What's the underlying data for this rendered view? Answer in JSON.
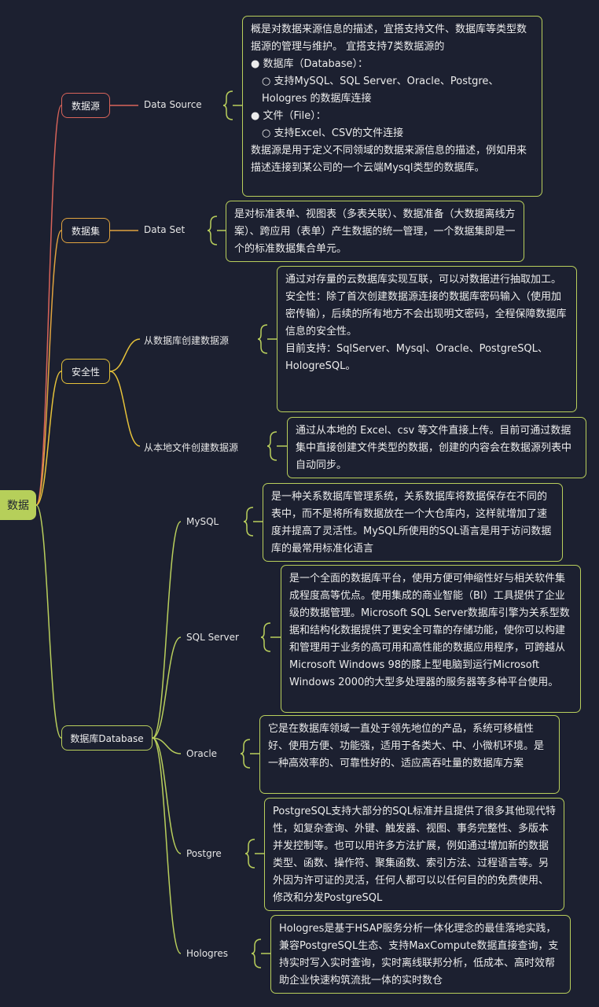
{
  "root": "数据",
  "branches": [
    {
      "label": "数据源",
      "color": "#d9645a",
      "children": [
        {
          "label": "Data Source",
          "note": [
            "概是对数据来源信息的描述，宜搭支持文件、数据库等类型数据源的管理与维护。 宜搭支持7类数据源的",
            "● 数据库（Database）：",
            "○ 支持MySQL、SQL Server、Oracle、Postgre、Hologres 的数据库连接",
            "● 文件（File）：",
            "○ 支持Excel、CSV的文件连接",
            "数据源是用于定义不同领域的数据来源信息的描述，例如用来描述连接到某公司的一个云端Mysql类型的数据库。"
          ]
        }
      ]
    },
    {
      "label": "数据集",
      "color": "#e0a33f",
      "children": [
        {
          "label": "Data Set",
          "note": [
            "是对标准表单、视图表（多表关联）、数据准备（大数据离线方案）、跨应用（表单）产生数据的统一管理，一个数据集即是一个的标准数据集合单元。"
          ]
        }
      ]
    },
    {
      "label": "安全性",
      "color": "#e6c23a",
      "children": [
        {
          "label": "从数据库创建数据源",
          "note": [
            "通过对存量的云数据库实现互联，可以对数据进行抽取加工。",
            "安全性：除了首次创建数据源连接的数据库密码输入（使用加密传输），后续的所有地方不会出现明文密码，全程保障数据库信息的安全性。",
            "目前支持：SqlServer、Mysql、Oracle、PostgreSQL、HologreSQL。"
          ]
        },
        {
          "label": "从本地文件创建数据源",
          "note": [
            "通过从本地的 Excel、csv 等文件直接上传。目前可通过数据集中直接创建文件类型的数据，创建的内容会在数据源列表中自动同步。"
          ]
        }
      ]
    },
    {
      "label": "数据库Database",
      "color": "#b9cf5c",
      "children": [
        {
          "label": "MySQL",
          "note": [
            "是一种关系数据库管理系统，关系数据库将数据保存在不同的表中，而不是将所有数据放在一个大仓库内，这样就增加了速度并提高了灵活性。MySQL所使用的SQL语言是用于访问数据库的最常用标准化语言"
          ]
        },
        {
          "label": "SQL Server",
          "note": [
            "是一个全面的数据库平台，使用方便可伸缩性好与相关软件集成程度高等优点。使用集成的商业智能（BI）工具提供了企业级的数据管理。Microsoft SQL Server数据库引擎为关系型数据和结构化数据提供了更安全可靠的存储功能，使你可以构建和管理用于业务的高可用和高性能的数据应用程序，可跨越从Microsoft Windows 98的膝上型电脑到运行Microsoft Windows 2000的大型多处理器的服务器等多种平台使用。"
          ]
        },
        {
          "label": "Oracle",
          "note": [
            "它是在数据库领域一直处于领先地位的产品，系统可移植性好、使用方便、功能强，适用于各类大、中、小微机环境。是一种高效率的、可靠性好的、适应高吞吐量的数据库方案"
          ]
        },
        {
          "label": "Postgre",
          "note": [
            "PostgreSQL支持大部分的SQL标准并且提供了很多其他现代特性，如复杂查询、外键、触发器、视图、事务完整性、多版本并发控制等。也可以用许多方法扩展，例如通过增加新的数据类型、函数、操作符、聚集函数、索引方法、过程语言等。另外因为许可证的灵活，任何人都可以以任何目的的免费使用、修改和分发PostgreSQL"
          ]
        },
        {
          "label": "Hologres",
          "note": [
            "Hologres是基于HSAP服务分析一体化理念的最佳落地实践，兼容PostgreSQL生态、支持MaxCompute数据直接查询，支持实时写入实时查询，实时离线联邦分析，低成本、高时效帮助企业快速构筑流批一体的实时数仓"
          ]
        }
      ]
    }
  ]
}
